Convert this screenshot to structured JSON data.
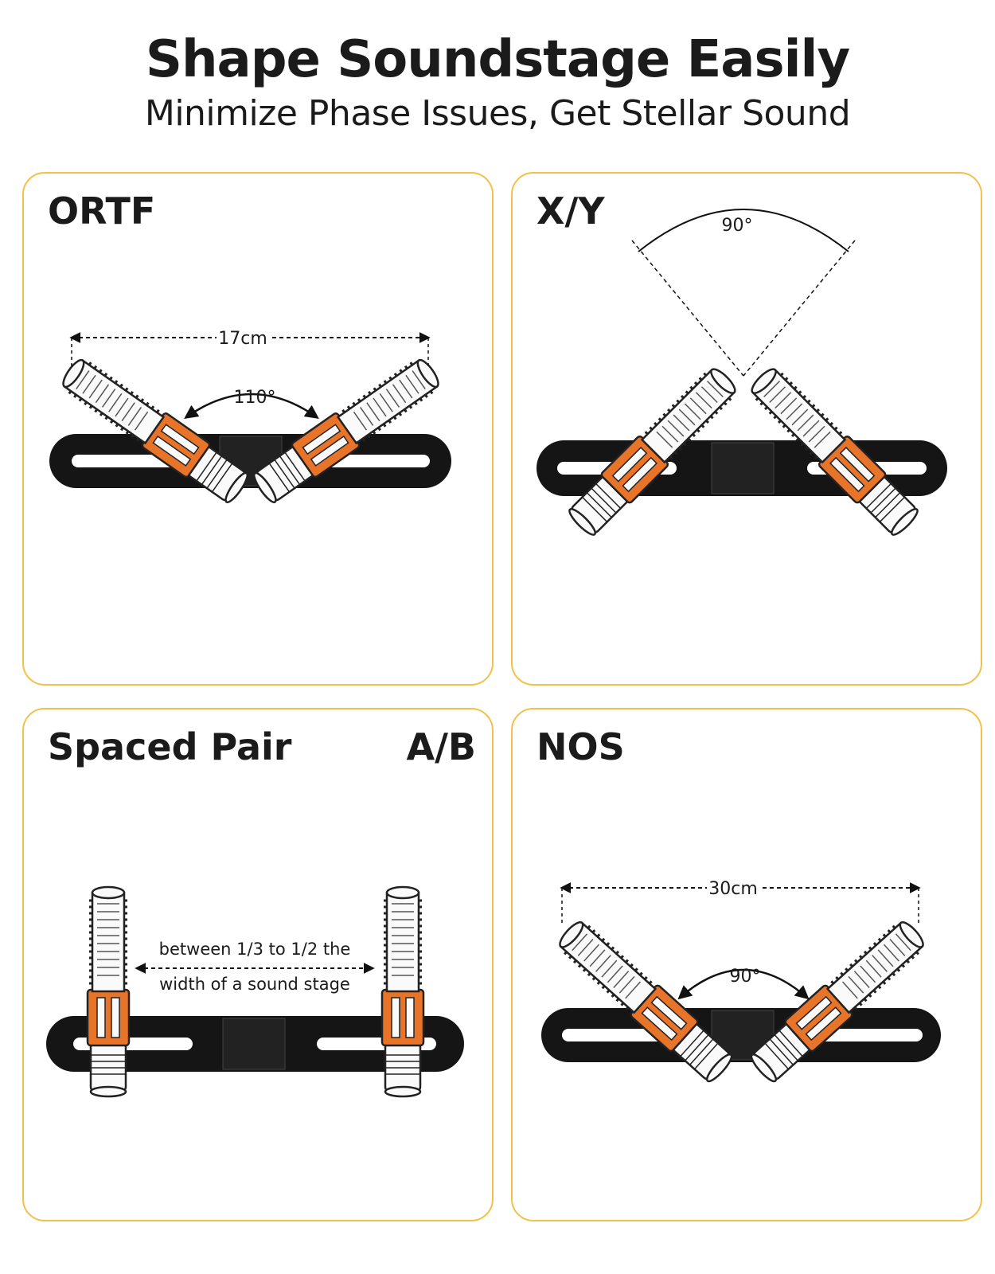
{
  "header": {
    "title": "Shape Soundstage Easily",
    "subtitle": "Minimize Phase Issues, Get Stellar Sound"
  },
  "panels": [
    {
      "title": "ORTF",
      "distance": "17cm",
      "angle": "110°"
    },
    {
      "title": "X/Y",
      "angle": "90°"
    },
    {
      "title": "Spaced Pair",
      "title_right": "A/B",
      "note_line1": "between 1/3 to 1/2 the",
      "note_line2": "width of a sound stage"
    },
    {
      "title": "NOS",
      "distance": "30cm",
      "angle": "90°"
    }
  ],
  "colors": {
    "border": "#f3c04b",
    "accent": "#e8742a",
    "bar": "#151515"
  }
}
